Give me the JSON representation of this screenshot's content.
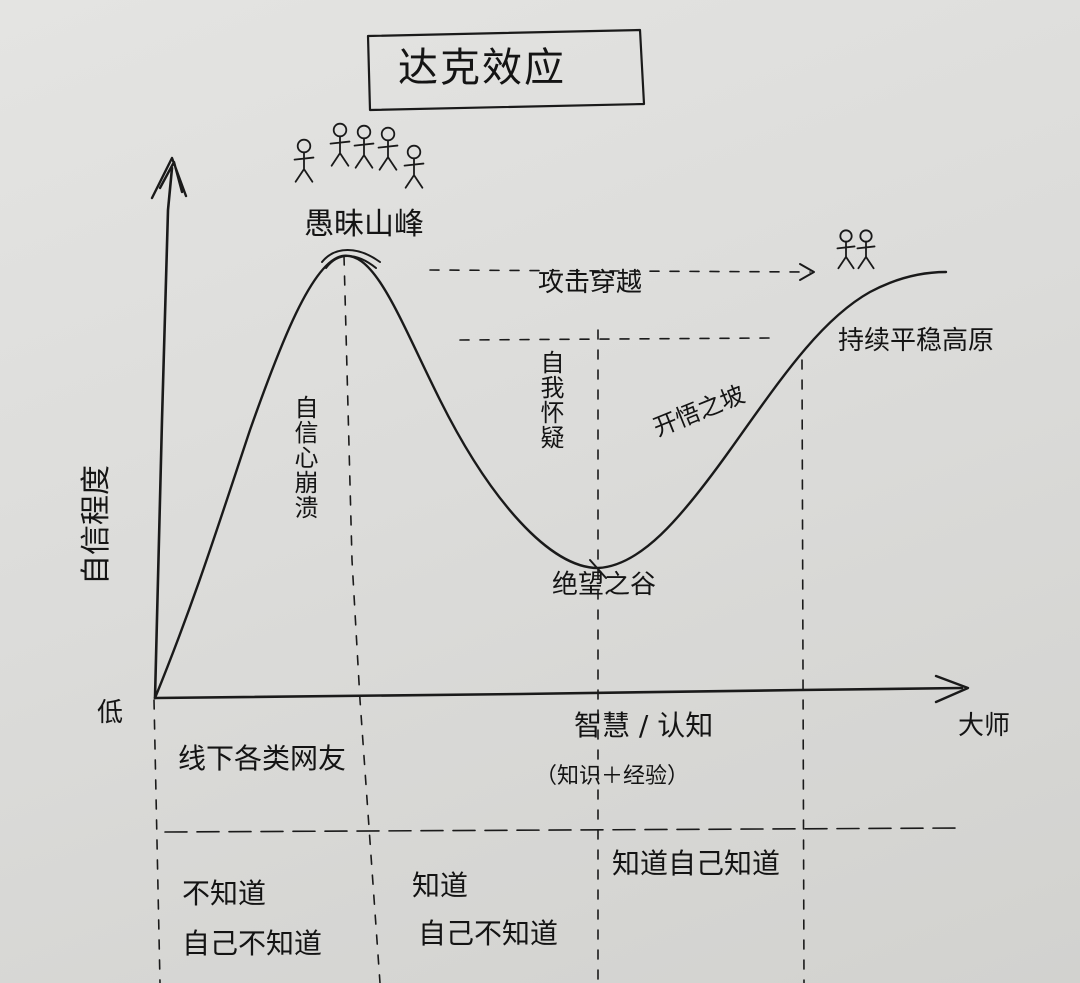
{
  "title": "达克效应",
  "y_axis": {
    "label": "自信程度",
    "low": "低"
  },
  "x_axis": {
    "high": "大师"
  },
  "curve_labels": {
    "peak": "愚昧山峰",
    "descent": "自信心崩溃",
    "self_doubt": "自我怀疑",
    "valley": "绝望之谷",
    "enlightenment": "开悟之坡",
    "slope": "攻击穿越",
    "plateau": "持续平稳高原"
  },
  "stages_top": {
    "stage1": "线下各类网友",
    "stage3": "智慧 / 认知",
    "stage3_sub": "（知识＋经验）"
  },
  "stages_bottom": {
    "stage1": [
      "不知道",
      "自己不知道"
    ],
    "stage2": [
      "知道",
      "自己不知道"
    ],
    "stage3": "知道自己知道"
  },
  "stick_figures": {
    "peak_count": 5,
    "plateau_count": 2
  }
}
